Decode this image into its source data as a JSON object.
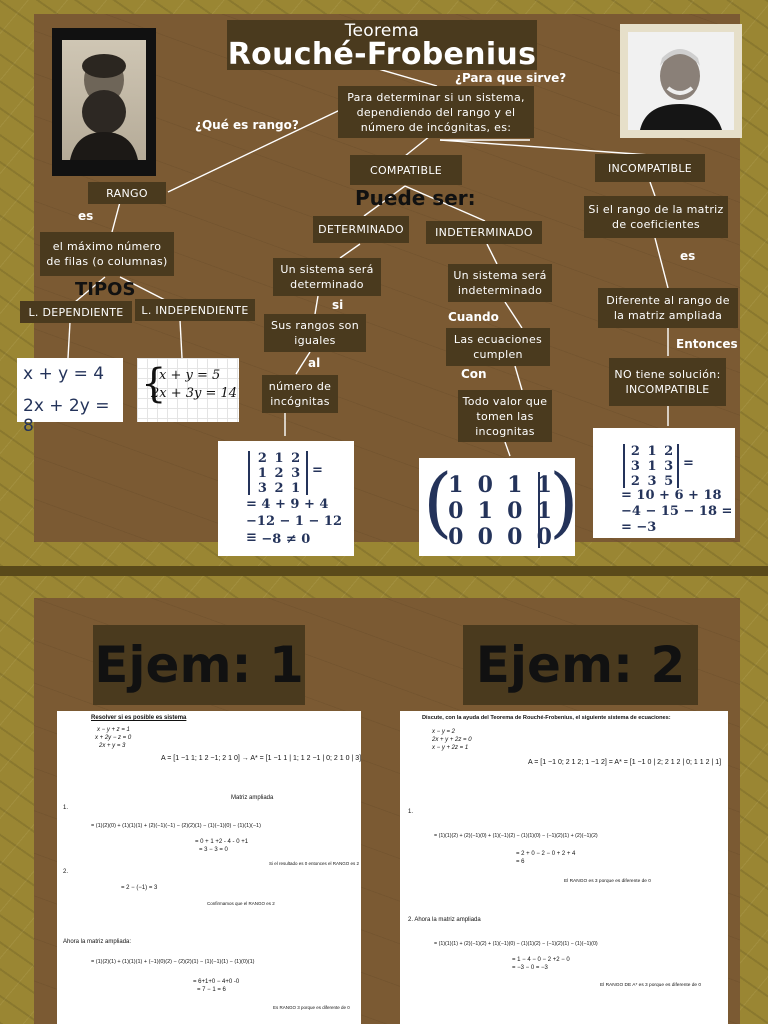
{
  "title": {
    "small": "Teorema",
    "big": "Rouché-Frobenius"
  },
  "questions": {
    "para_que": "¿Para que sirve?",
    "que_es": "¿Qué es rango?"
  },
  "purpose": "Para determinar si un sistema, dependiendo del rango y el número de incógnitas, es:",
  "rango": {
    "label": "RANGO",
    "es": "es",
    "def": "el máximo número de filas (o columnas)",
    "tipos": "TIPOS",
    "dep": "L. DEPENDIENTE",
    "indep": "L. INDEPENDIENTE"
  },
  "compatible": {
    "label": "COMPATIBLE",
    "puede": "Puede ser:",
    "det": "DETERMINADO",
    "indet": "INDETERMINADO",
    "det_desc": "Un sistema será determinado",
    "si": "si",
    "det_rangos": "Sus rangos son iguales",
    "al": "al",
    "det_inc": "número de incógnitas",
    "indet_desc": "Un sistema será indeterminado",
    "cuando": "Cuando",
    "indet_cumplen": "Las ecuaciones cumplen",
    "con": "Con",
    "indet_valor": "Todo valor que tomen las incognitas"
  },
  "incompatible": {
    "label": "INCOMPATIBLE",
    "desc": "Si el rango de la matriz de coeficientes",
    "es": "es",
    "diff": "Diferente al rango de la matriz ampliada",
    "entonces": "Entonces",
    "nosol": "NO tiene solución: INCOMPATIBLE"
  },
  "examples": {
    "dep_eq1": "x + y = 4",
    "dep_eq2": "2x + 2y = 8",
    "indep_eq1": "x + y = 5",
    "indep_eq2": "2x + 3y = 14",
    "det_matrix": [
      [
        "2",
        "1",
        "2"
      ],
      [
        "1",
        "2",
        "3"
      ],
      [
        "3",
        "2",
        "1"
      ]
    ],
    "det_calc": [
      "= 4 + 9 + 4",
      "−12 − 1 − 12 =",
      "= −8 ≠ 0"
    ],
    "indet_matrix": [
      [
        "1",
        "0",
        "1",
        "1"
      ],
      [
        "0",
        "1",
        "0",
        "1"
      ],
      [
        "0",
        "0",
        "0",
        "0"
      ]
    ],
    "inc_matrix": [
      [
        "2",
        "1",
        "2"
      ],
      [
        "3",
        "1",
        "3"
      ],
      [
        "2",
        "3",
        "5"
      ]
    ],
    "inc_calc": [
      "= 10 + 6 + 18",
      "−4 − 15 − 18 =",
      "= −3"
    ]
  },
  "ejem1": {
    "label": "Ejem: 1",
    "heading": "Resolver si es posible es sistema",
    "sys": [
      "x − y + z = 1",
      "x + 2y − z = 0",
      "2x + y = 3"
    ],
    "ampliada": "Matriz ampliada",
    "step1": "1.",
    "calc1": "= (1)(2)(0) + (1)(1)(1) + (2)(−1)(−1) − (2)(2)(1) − (1)(−1)(0) − (1)(1)(−1)",
    "calc1b": "= 0 + 1 +2 - 4 - 0 +1",
    "calc1c": "= 3 − 3 = 0",
    "note1": "Si el resultado es 0 entonces el RANGO es 2",
    "step2": "2.",
    "calc2": "= 2 − (−1) = 3",
    "note2": "Confirmamos que el RANGO es 2",
    "amp_head": "Ahora la matriz ampliada:",
    "calc3": "= (1)(2)(1) + (1)(1)(1) + (−1)(0)(2) − (2)(2)(1) − (1)(−1)(1) − (1)(0)(1)",
    "calc3b": "= 6+1+0 − 4+0 -0",
    "calc3c": "= 7 − 1 = 6",
    "note3": "Es RANGO 3 porque es diferente de 0"
  },
  "ejem2": {
    "label": "Ejem: 2",
    "heading": "Discute, con la ayuda del Teorema de Rouché-Frobenius, el siguiente sistema de ecuaciones:",
    "sys": [
      "x − y = 2",
      "2x + y + 2z = 0",
      "x − y + 2z = 1"
    ],
    "step1": "1.",
    "calc1": "= (1)(1)(2) + (2)(−1)(0) + (1)(−1)(2) − (1)(1)(0) − (−1)(2)(1) + (2)(−1)(2)",
    "calc1b": "= 2 + 0 − 2 − 0 + 2 + 4",
    "calc1c": "= 6",
    "note1": "El RANGO es 3 porque es diferente de 0",
    "step2": "2.   Ahora la matriz ampliada",
    "calc2": "= (1)(1)(1) + (2)(−1)(2) + (1)(−1)(0) − (1)(1)(2) − (−1)(2)(1) − (1)(−1)(0)",
    "calc2b": "= 1 − 4 − 0 − 2 +2 − 0",
    "calc2c": "= −3 − 0 = −3",
    "note2": "El RANGO DE A* es 3 porque es diferente de 0"
  }
}
